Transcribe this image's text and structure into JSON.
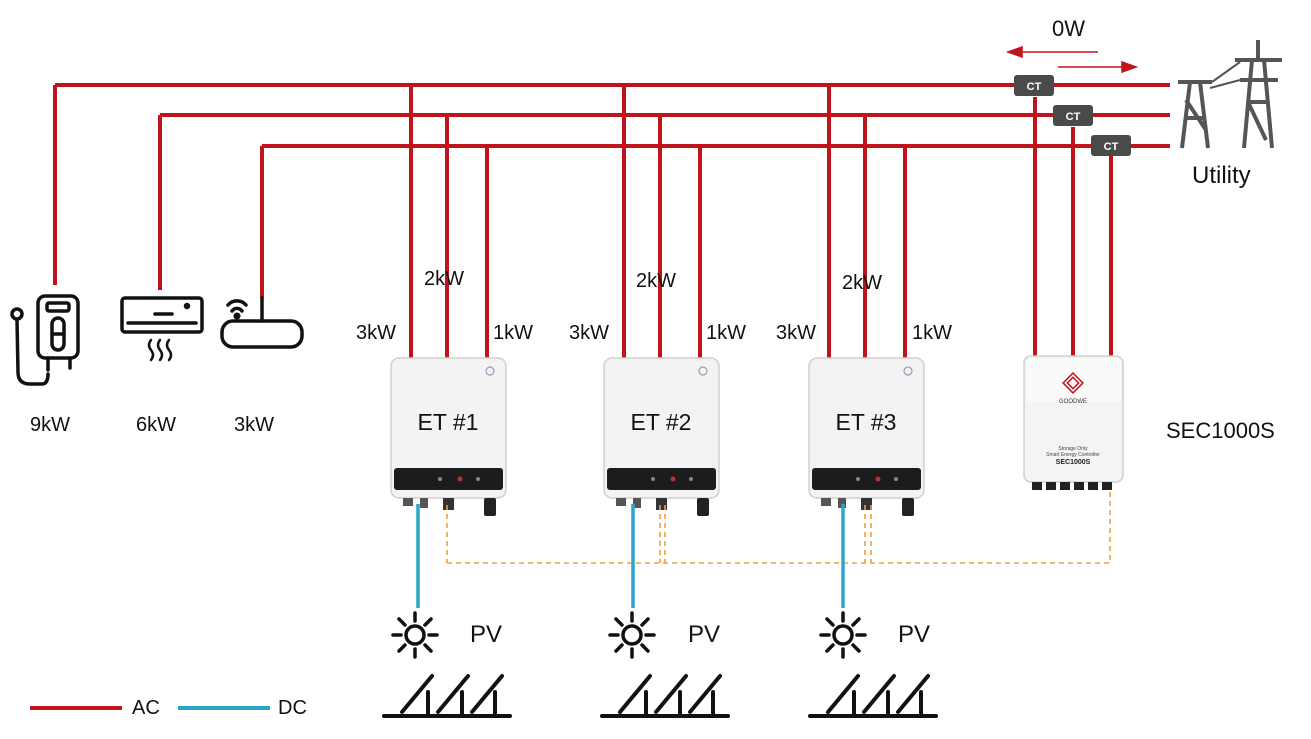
{
  "flow": {
    "power": "0W"
  },
  "utility": {
    "label": "Utility",
    "icon": "power-tower-icon"
  },
  "ct": {
    "label": "CT"
  },
  "loads": [
    {
      "label": "9kW",
      "icon": "water-heater-icon"
    },
    {
      "label": "6kW",
      "icon": "air-conditioner-icon"
    },
    {
      "label": "3kW",
      "icon": "wifi-router-icon"
    }
  ],
  "inverters": [
    {
      "name": "ET #1",
      "phase_l1": "3kW",
      "phase_l2": "2kW",
      "phase_l3": "1kW",
      "pv": "PV"
    },
    {
      "name": "ET #2",
      "phase_l1": "3kW",
      "phase_l2": "2kW",
      "phase_l3": "1kW",
      "pv": "PV"
    },
    {
      "name": "ET #3",
      "phase_l1": "3kW",
      "phase_l2": "2kW",
      "phase_l3": "1kW",
      "pv": "PV"
    }
  ],
  "controller": {
    "label": "SEC1000S",
    "brand": "GOODWE",
    "model": "SEC1000S",
    "caption_1": "Storage Only",
    "caption_2": "Smart Energy Controller"
  },
  "legend": [
    {
      "label": "AC",
      "color": "#c0141c"
    },
    {
      "label": "DC",
      "color": "#2aa6c8"
    }
  ],
  "colors": {
    "ac": "#c0141c",
    "dc": "#2aa6c8",
    "comm": "#f0a040",
    "ct_box": "#4a4a4a"
  }
}
